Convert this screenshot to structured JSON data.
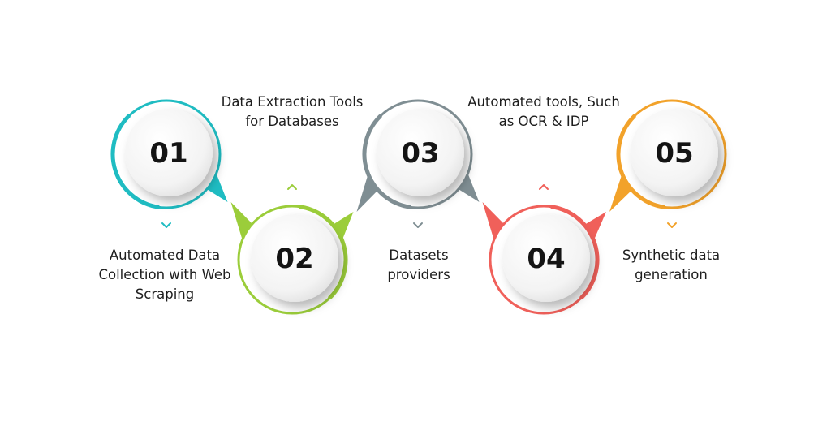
{
  "steps": [
    {
      "number": "01",
      "color": "#1fbcc2",
      "caption": [
        "Automated Data",
        "Collection with Web",
        "Scraping"
      ]
    },
    {
      "number": "02",
      "color": "#9bcd3a",
      "caption": [
        "Data Extraction Tools",
        "for Databases"
      ]
    },
    {
      "number": "03",
      "color": "#7f8e93",
      "caption": [
        "Datasets",
        "providers"
      ]
    },
    {
      "number": "04",
      "color": "#f0605a",
      "caption": [
        "Automated tools, Such",
        "as OCR & IDP"
      ]
    },
    {
      "number": "05",
      "color": "#f2a22a",
      "caption": [
        "Synthetic data",
        "generation"
      ]
    }
  ]
}
